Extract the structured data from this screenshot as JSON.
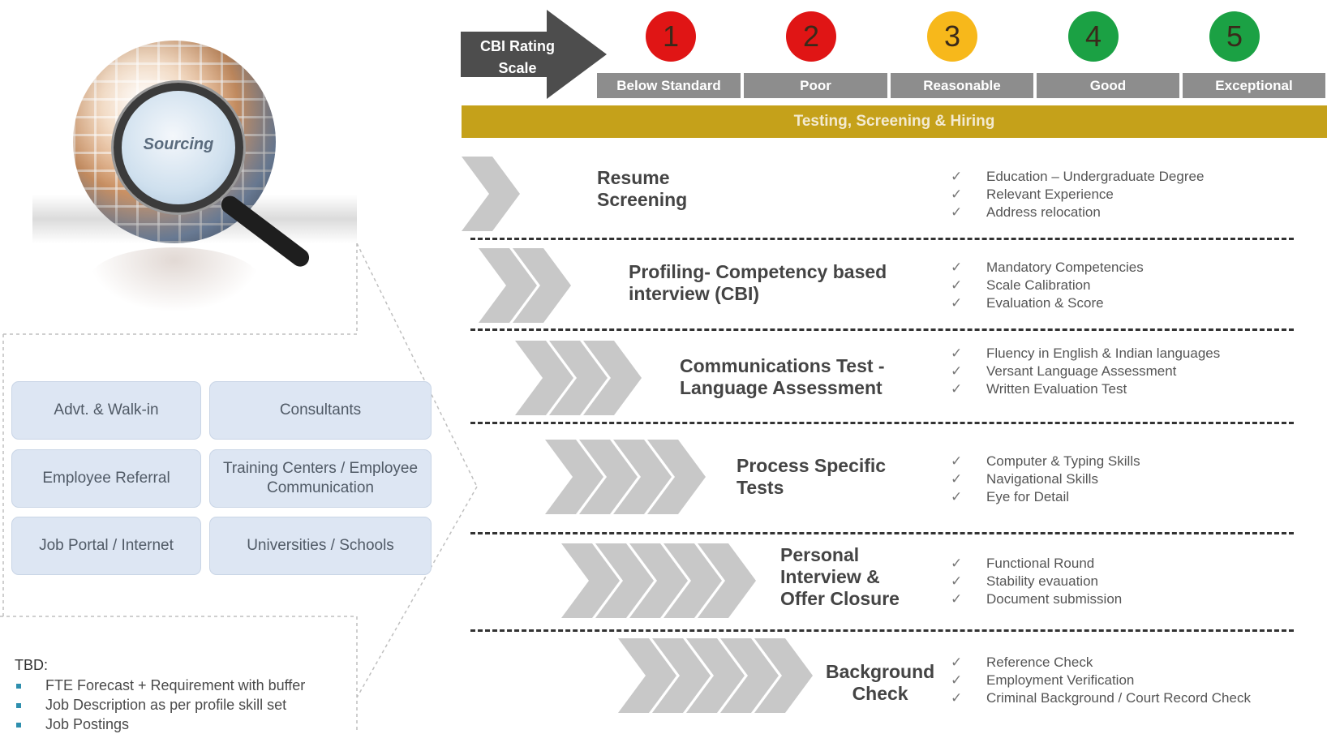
{
  "sourcing": {
    "globe_label": "Sourcing",
    "boxes": [
      "Advt. & Walk-in",
      "Consultants",
      "Employee Referral",
      "Training Centers / Employee Communication",
      "Job Portal / Internet",
      "Universities / Schools"
    ]
  },
  "tbd": {
    "title": "TBD:",
    "items": [
      "FTE Forecast + Requirement with buffer",
      "Job Description as per profile skill set",
      "Job Postings"
    ]
  },
  "rating": {
    "label_line1": "CBI Rating",
    "label_line2": "Scale",
    "levels": [
      {
        "number": "1",
        "label": "Below Standard",
        "color": "#e01515"
      },
      {
        "number": "2",
        "label": "Poor",
        "color": "#e01515"
      },
      {
        "number": "3",
        "label": "Reasonable",
        "color": "#f7b81b"
      },
      {
        "number": "4",
        "label": "Good",
        "color": "#1ba144"
      },
      {
        "number": "5",
        "label": "Exceptional",
        "color": "#1ba144"
      }
    ]
  },
  "banner": "Testing, Screening & Hiring",
  "steps": [
    {
      "title_lines": [
        "Resume",
        "Screening"
      ],
      "checks": [
        "Education – Undergraduate Degree",
        "Relevant Experience",
        "Address relocation"
      ]
    },
    {
      "title_lines": [
        "Profiling- Competency based",
        "interview (CBI)"
      ],
      "checks": [
        "Mandatory Competencies",
        "Scale Calibration",
        "Evaluation & Score"
      ]
    },
    {
      "title_lines": [
        "Communications Test -",
        "Language Assessment"
      ],
      "checks": [
        "Fluency in English & Indian languages",
        "Versant Language Assessment",
        "Written Evaluation Test"
      ]
    },
    {
      "title_lines": [
        "Process Specific",
        "Tests"
      ],
      "checks": [
        "Computer & Typing Skills",
        "Navigational Skills",
        "Eye for Detail"
      ]
    },
    {
      "title_lines": [
        "Personal",
        "Interview &",
        "Offer Closure"
      ],
      "checks": [
        "Functional Round",
        "Stability evauation",
        "Document submission"
      ]
    },
    {
      "title_lines": [
        "Background",
        "Check"
      ],
      "checks": [
        "Reference Check",
        "Employment Verification",
        "Criminal Background / Court Record Check"
      ]
    }
  ],
  "colors": {
    "chevron": "#c8c8c8",
    "banner": "#c5a11a",
    "scale_arrow": "#4d4d4d",
    "label_bar": "#8d8d8d"
  }
}
